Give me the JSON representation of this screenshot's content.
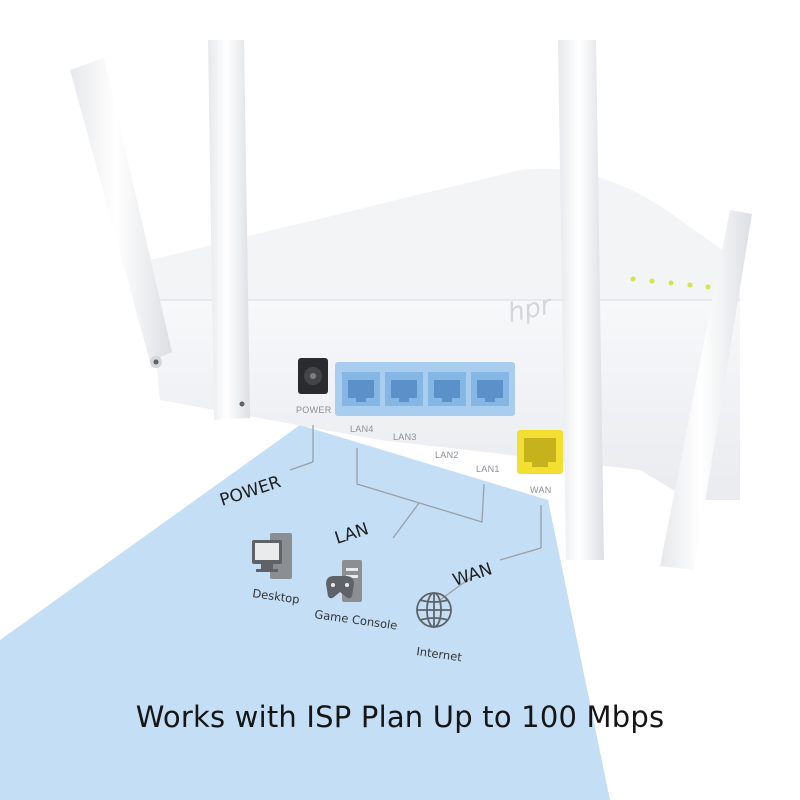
{
  "router": {
    "brand_mark": "hpr",
    "ports": {
      "power": "POWER",
      "lan4": "LAN4",
      "lan3": "LAN3",
      "lan2": "LAN2",
      "lan1": "LAN1",
      "wan": "WAN"
    }
  },
  "callouts": {
    "power": "POWER",
    "lan": "LAN",
    "wan": "WAN"
  },
  "devices": {
    "desktop": "Desktop",
    "game_console": "Game Console",
    "internet": "Internet"
  },
  "headline": "Works with ISP Plan Up to 100 Mbps",
  "colors": {
    "beam": "#c4dff5",
    "port_frame": "#a9cdee",
    "wan_port": "#f2df32",
    "led": "#d6e34a"
  }
}
